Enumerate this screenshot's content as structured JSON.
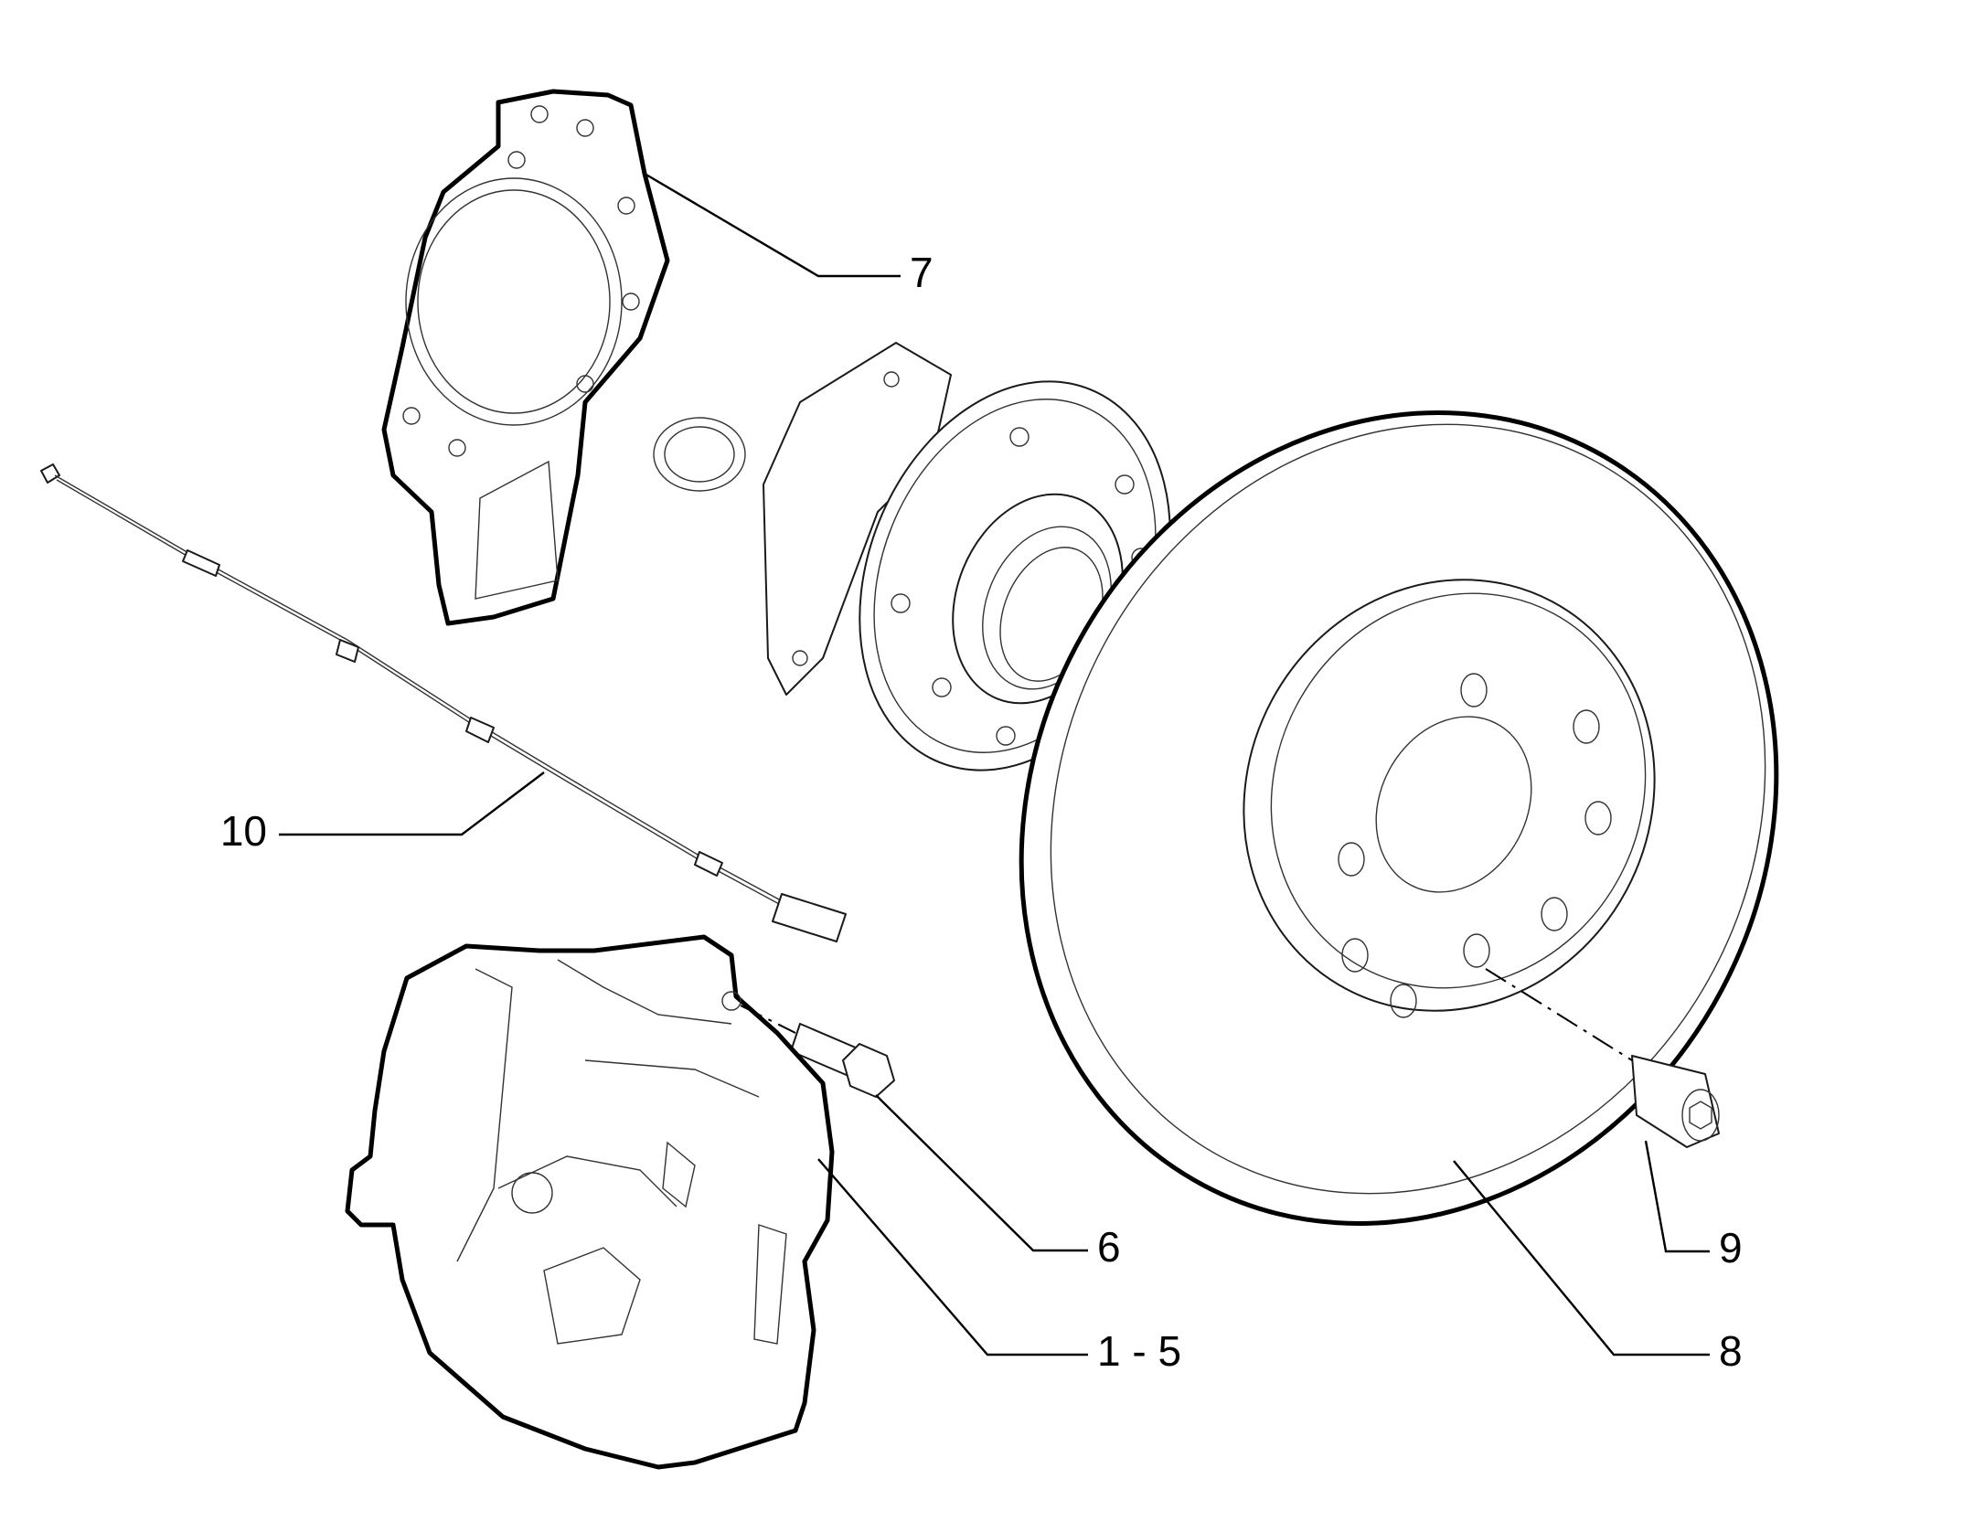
{
  "callouts": {
    "c7": "7",
    "c10": "10",
    "c6": "6",
    "c1_5": "1 - 5",
    "c9": "9",
    "c8": "8"
  },
  "colors": {
    "line": "#000000",
    "background": "#ffffff"
  }
}
